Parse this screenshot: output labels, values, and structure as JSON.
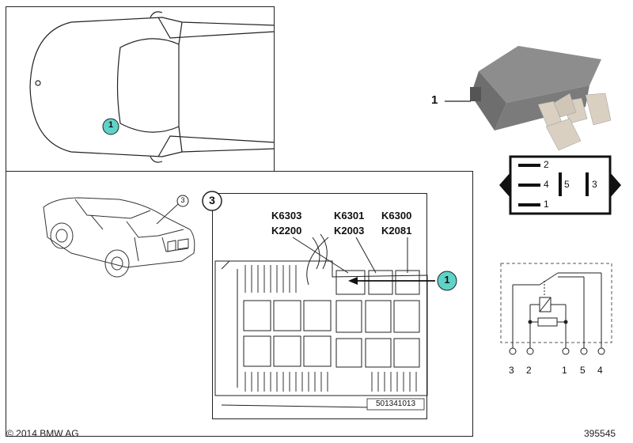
{
  "callouts": {
    "top_view": "1",
    "relay_ref": "1",
    "fuse_callout": "1",
    "car_ref": "3",
    "fuse_box_ref": "3"
  },
  "relay_codes": {
    "col1_top": "K6303",
    "col1_bottom": "K2200",
    "col2_top": "K6301",
    "col2_bottom": "K2003",
    "col3_top": "K6300",
    "col3_bottom": "K2081"
  },
  "pinout": {
    "pin_2": "2",
    "pin_4": "4",
    "pin_1": "1",
    "pin_5": "5",
    "pin_3": "3"
  },
  "schematic_pins": [
    "3",
    "2",
    "1",
    "5",
    "4"
  ],
  "drawing_number": "501341013",
  "copyright": "© 2014 BMW AG",
  "diagram_id": "395545"
}
